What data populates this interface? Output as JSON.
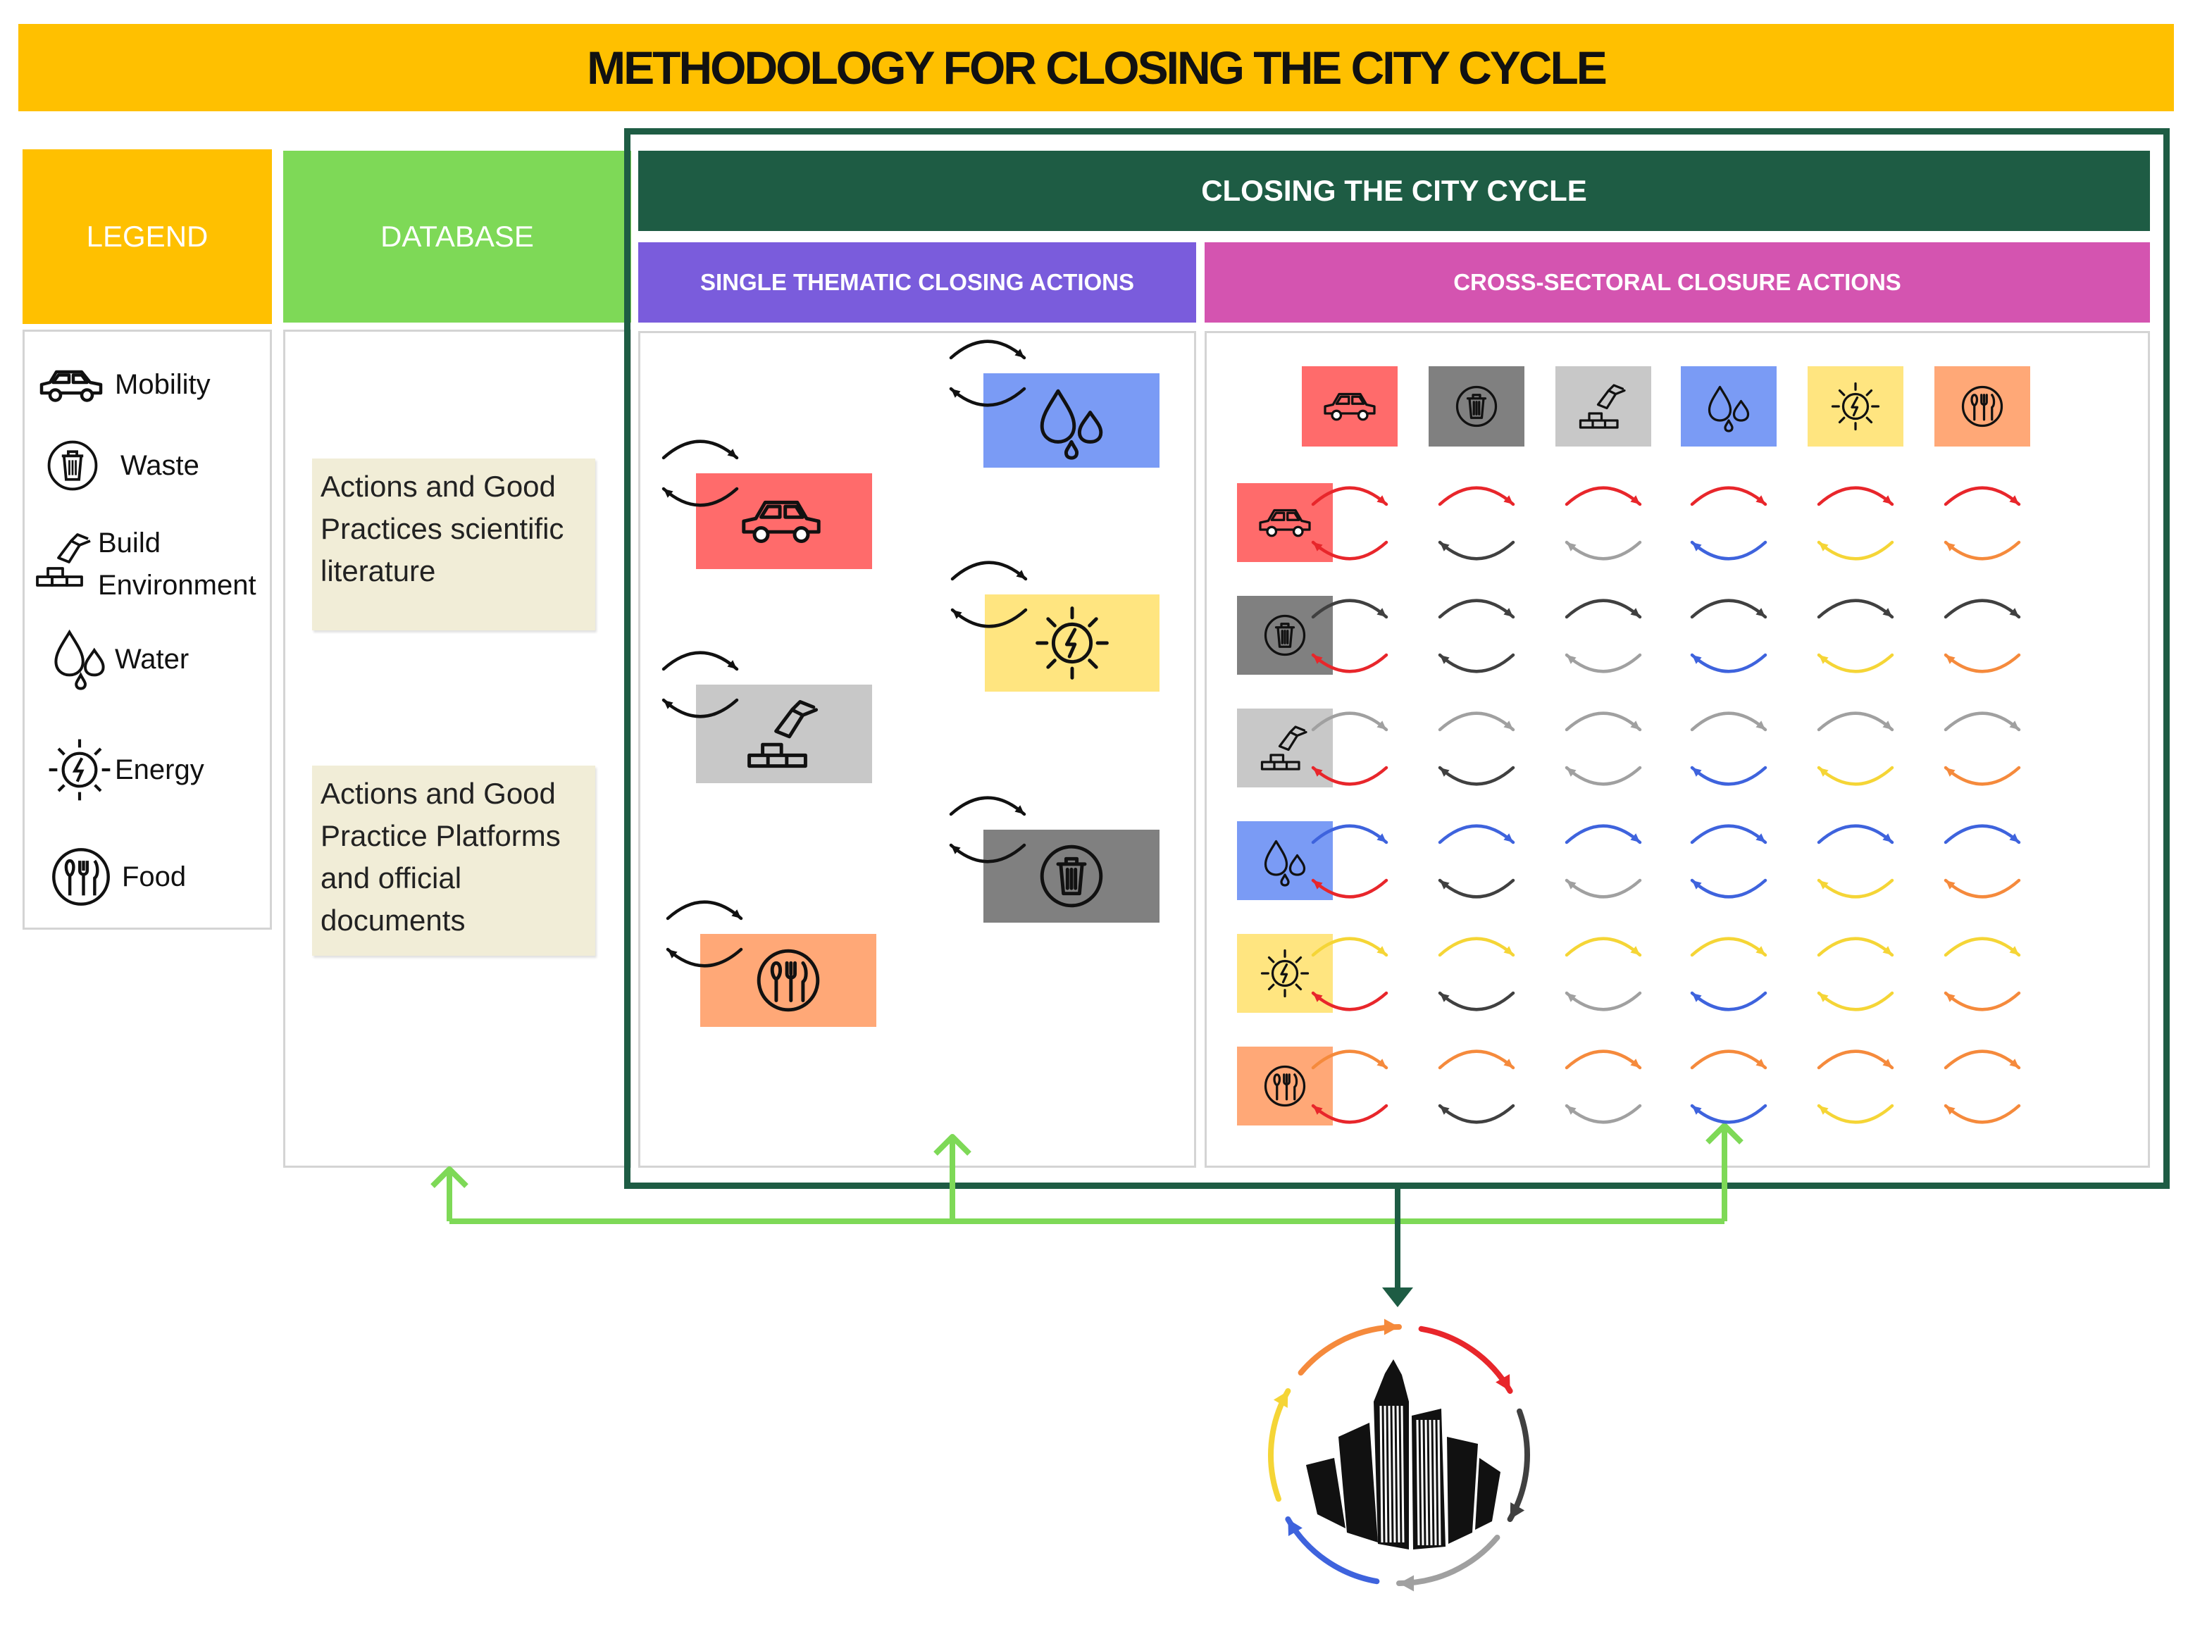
{
  "title": "METHODOLOGY FOR CLOSING THE CITY CYCLE",
  "legend": {
    "heading": "LEGEND",
    "items": [
      {
        "label": "Mobility",
        "icon": "car-icon"
      },
      {
        "label": "Waste",
        "icon": "trash-icon"
      },
      {
        "label_line1": "Build",
        "label_line2": "Environment",
        "icon": "building-hand-icon"
      },
      {
        "label": "Water",
        "icon": "water-drops-icon"
      },
      {
        "label": "Energy",
        "icon": "energy-sun-icon"
      },
      {
        "label": "Food",
        "icon": "food-icon"
      }
    ]
  },
  "database": {
    "heading": "DATABASE",
    "notes": [
      {
        "line1": "Actions and Good",
        "line2": "Practices scientific",
        "line3": "literature"
      },
      {
        "line1": "Actions and Good",
        "line2": "Practice Platforms",
        "line3": "and official",
        "line4": "documents"
      }
    ]
  },
  "closing": {
    "heading": "CLOSING THE CITY CYCLE",
    "single_heading": "SINGLE THEMATIC CLOSING ACTIONS",
    "cross_heading": "CROSS-SECTORAL CLOSURE ACTIONS"
  },
  "colors": {
    "title_yellow": "#FFC000",
    "legend_orange": "#FFC000",
    "database_green": "#7ED957",
    "closing_dark_green": "#1E5C44",
    "single_purple": "#7A5CDC",
    "cross_magenta": "#D454B0",
    "mobility": "#FF6B6B",
    "waste": "#808080",
    "build": "#C8C8C8",
    "water": "#7A9BF5",
    "energy": "#FFE580",
    "food": "#FFA877",
    "arrow_mobility": "#E8262B",
    "arrow_waste": "#404040",
    "arrow_build": "#A0A0A0",
    "arrow_water": "#3E63DD",
    "arrow_energy": "#F5D536",
    "arrow_food": "#F58A3C",
    "connector_green": "#7ED957"
  },
  "sectors": [
    "mobility",
    "waste",
    "build",
    "water",
    "energy",
    "food"
  ]
}
